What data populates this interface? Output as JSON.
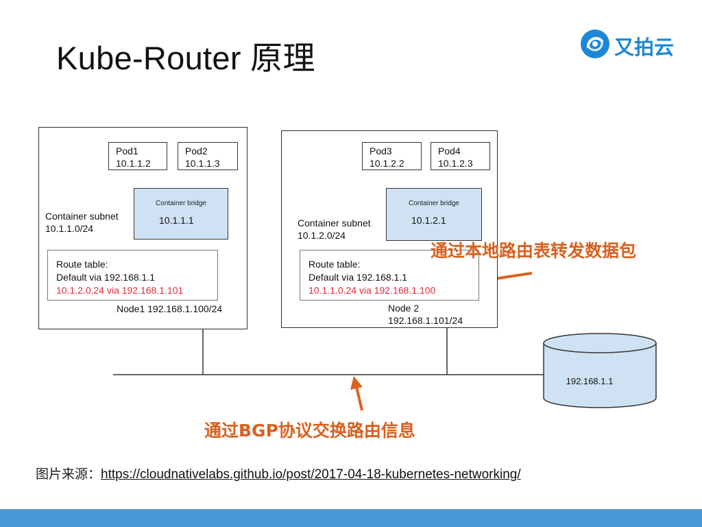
{
  "slide": {
    "title": "Kube-Router 原理",
    "logo_text": "又拍云",
    "source_label": "图片来源：",
    "source_url": "https://cloudnativelabs.github.io/post/2017-04-18-kubernetes-networking/"
  },
  "node1": {
    "pods": [
      {
        "name": "Pod1",
        "ip": "10.1.1.2"
      },
      {
        "name": "Pod2",
        "ip": "10.1.1.3"
      }
    ],
    "bridge_label": "Container bridge",
    "bridge_ip": "10.1.1.1",
    "subnet_label": "Container subnet",
    "subnet_cidr": "10.1.1.0/24",
    "route_title": "Route table:",
    "route_default": "Default via 192.168.1.1",
    "route_peer": "10.1.2.0.24 via 192.168.1.101",
    "node_label": "Node1 192.168.1.100/24"
  },
  "node2": {
    "pods": [
      {
        "name": "Pod3",
        "ip": "10.1.2.2"
      },
      {
        "name": "Pod4",
        "ip": "10.1.2.3"
      }
    ],
    "bridge_label": "Container bridge",
    "bridge_ip": "10.1.2.1",
    "subnet_label": "Container subnet",
    "subnet_cidr": "10.1.2.0/24",
    "route_title": "Route table:",
    "route_default": "Default via 192.168.1.1",
    "route_peer": "10.1.1.0.24 via 192.168.1.100",
    "node_label_1": "Node 2",
    "node_label_2": "192.168.1.101/24"
  },
  "router": {
    "ip": "192.168.1.1"
  },
  "callouts": {
    "local_routing": "通过本地路由表转发数据包",
    "bgp_exchange": "通过BGP协议交换路由信息"
  },
  "colors": {
    "accent_orange": "#d9611e",
    "route_red": "#e0293a",
    "bridge_fill": "#cfe2f3",
    "cylinder_fill": "#cfe2f3",
    "brand_blue": "#1e88d6",
    "footer_blue": "#4a98d6"
  }
}
